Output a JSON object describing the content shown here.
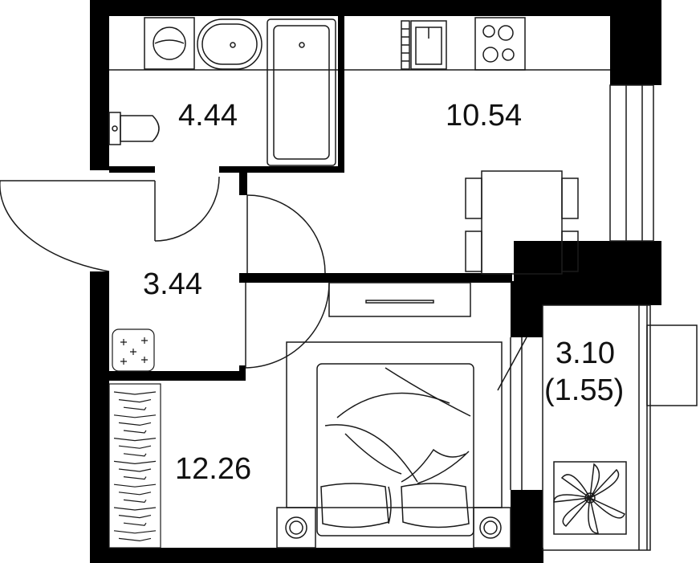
{
  "rooms": {
    "bathroom": {
      "area": "4.44"
    },
    "kitchen": {
      "area": "10.54"
    },
    "hall": {
      "area": "3.44"
    },
    "bedroom": {
      "area": "12.26"
    },
    "loggia": {
      "area": "3.10",
      "area_reduced": "(1.55)"
    }
  },
  "colors": {
    "wall": "#000000",
    "line": "#1a1a1a",
    "background": "#ffffff"
  },
  "icons": {
    "washer": "washing-machine-icon",
    "sink": "sink-icon",
    "bathtub": "bathtub-icon",
    "toilet": "toilet-icon",
    "kitchen_sink": "kitchen-sink-icon",
    "stove": "stove-icon",
    "dining": "dining-table-icon",
    "tv": "tv-unit-icon",
    "bed": "double-bed-icon",
    "plant": "plant-icon",
    "shower_tray": "shower-tray-icon"
  }
}
